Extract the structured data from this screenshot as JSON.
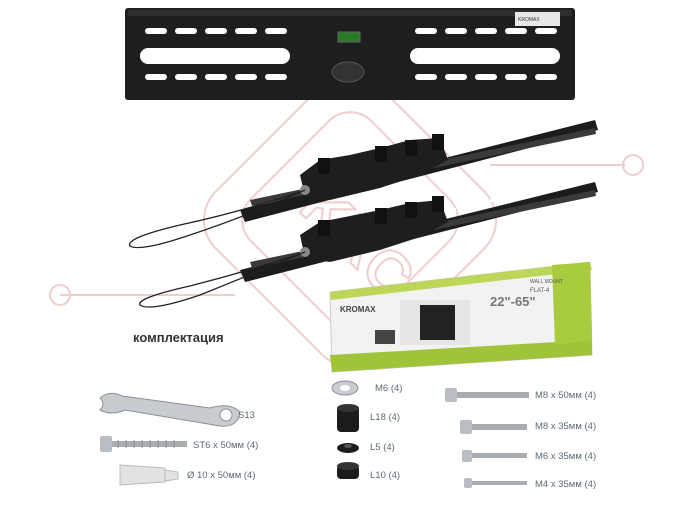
{
  "heading": "комплектация",
  "box": {
    "brand": "KROMAX",
    "title": "WALL MOUNT",
    "model": "FLAT-4",
    "size_range": "22\"-65\""
  },
  "plate_label": "KROMAX",
  "parts": [
    {
      "label": "S13"
    },
    {
      "label": "ST6 x 50мм (4)"
    },
    {
      "label": "Ø 10 x 50мм (4)"
    },
    {
      "label": "M6 (4)"
    },
    {
      "label": "L18 (4)"
    },
    {
      "label": "L5 (4)"
    },
    {
      "label": "L10 (4)"
    },
    {
      "label": "M8 x 50мм (4)"
    },
    {
      "label": "M8 x 35мм (4)"
    },
    {
      "label": "M6 x 35мм (4)"
    },
    {
      "label": "M4 x 35мм (4)"
    }
  ],
  "colors": {
    "metal": "#1c1c1c",
    "box_green": "#9fc43a",
    "watermark": "#e6b3b3",
    "label": "#5a6b74"
  }
}
